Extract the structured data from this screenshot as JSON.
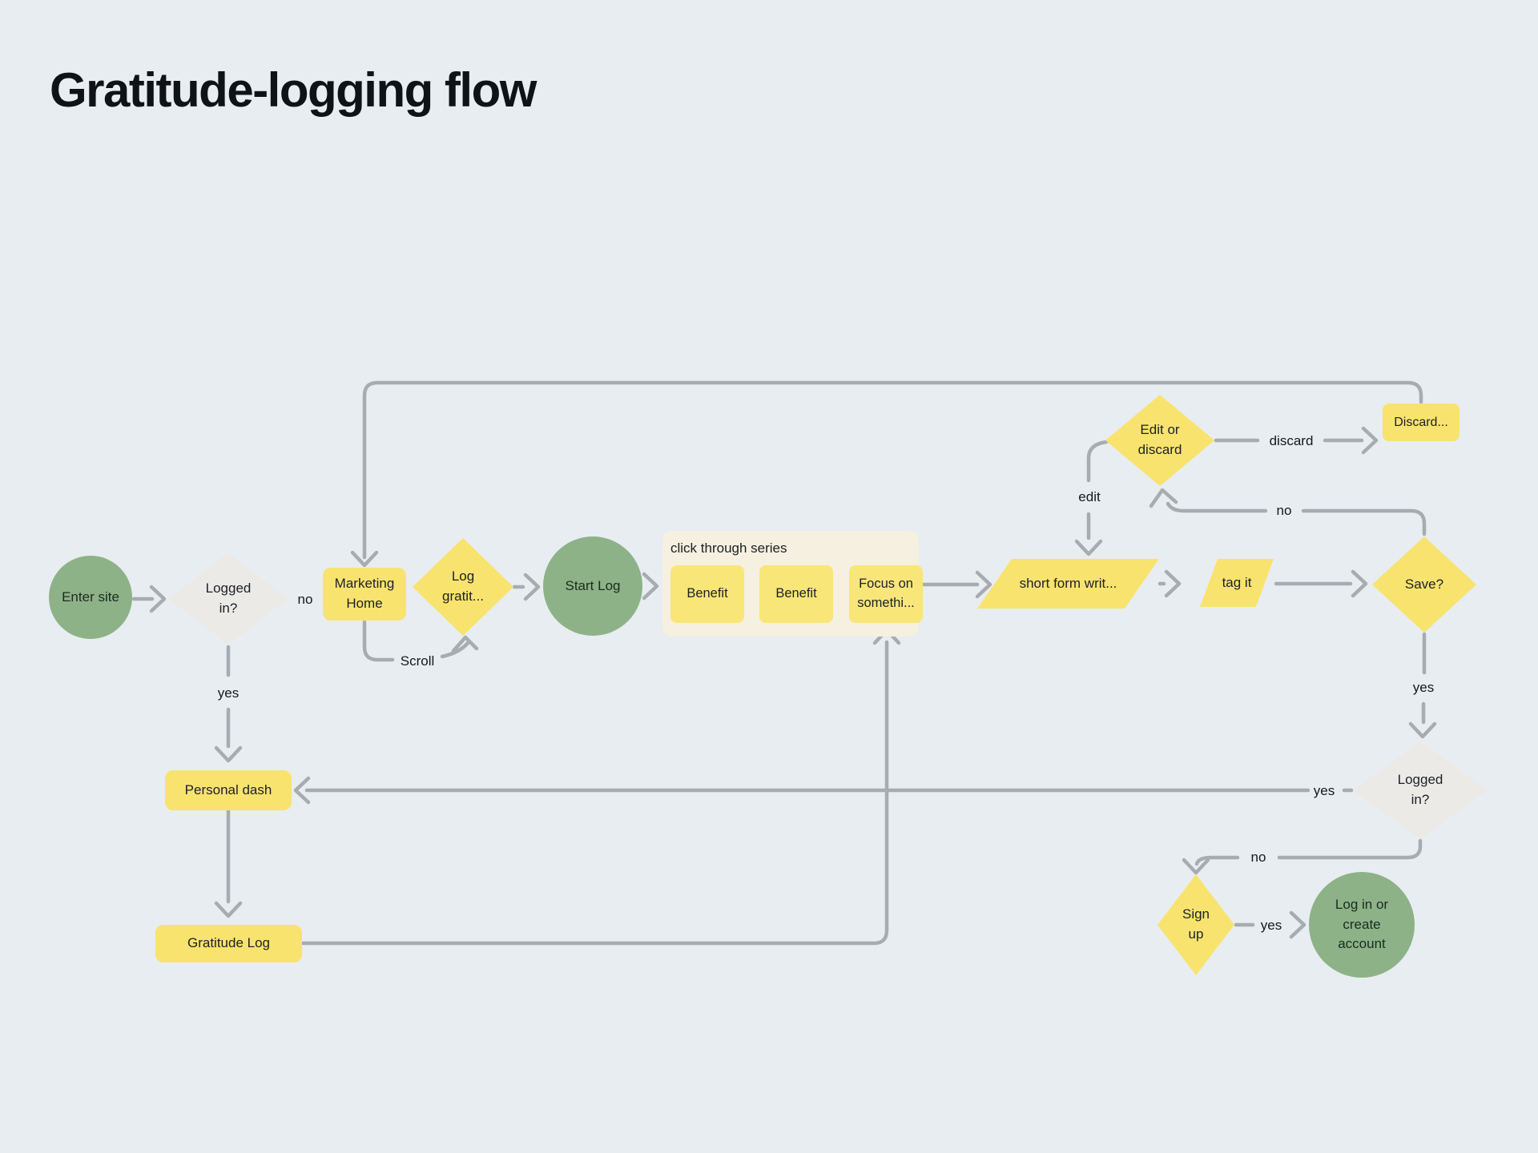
{
  "page": {
    "title": "Gratitude-logging flow"
  },
  "colors": {
    "background": "#E8EDF1",
    "shape_yellow": "#F8E36E",
    "card_yellow": "#F9E678",
    "shape_green": "#8DB287",
    "decision_gray": "#EBEAE6",
    "group_panel": "#F5F0E0",
    "connector_gray": "#A7ACB1",
    "text": "#16191D"
  },
  "nodes": {
    "enter_site": {
      "label": "Enter site",
      "shape": "circle"
    },
    "logged_in_1": {
      "label": "Logged in?",
      "shape": "decision"
    },
    "marketing_home": {
      "label": "Marketing Home",
      "shape": "process"
    },
    "log_gratitude": {
      "label": "Log gratit...",
      "shape": "decision"
    },
    "start_log": {
      "label": "Start Log",
      "shape": "circle"
    },
    "series_group": {
      "label": "click through series",
      "shape": "group"
    },
    "benefit_1": {
      "label": "Benefit",
      "shape": "card"
    },
    "benefit_2": {
      "label": "Benefit",
      "shape": "card"
    },
    "focus_on": {
      "label": "Focus on somethi...",
      "shape": "card"
    },
    "short_form": {
      "label": "short form writ...",
      "shape": "io"
    },
    "tag_it": {
      "label": "tag it",
      "shape": "io"
    },
    "save": {
      "label": "Save?",
      "shape": "decision"
    },
    "edit_or_discard": {
      "label": "Edit or discard",
      "shape": "decision"
    },
    "discard_box": {
      "label": "Discard...",
      "shape": "process"
    },
    "logged_in_2": {
      "label": "Logged in?",
      "shape": "decision"
    },
    "personal_dash": {
      "label": "Personal dash",
      "shape": "process"
    },
    "gratitude_log": {
      "label": "Gratitude Log",
      "shape": "process"
    },
    "sign_up": {
      "label": "Sign up",
      "shape": "decision"
    },
    "login_create": {
      "label": "Log in or create account",
      "shape": "circle"
    }
  },
  "edge_labels": {
    "no_1": "no",
    "yes_1": "yes",
    "scroll": "Scroll",
    "edit": "edit",
    "discard": "discard",
    "no_save": "no",
    "yes_save": "yes",
    "yes_logged2": "yes",
    "no_logged2": "no",
    "yes_signup": "yes"
  }
}
